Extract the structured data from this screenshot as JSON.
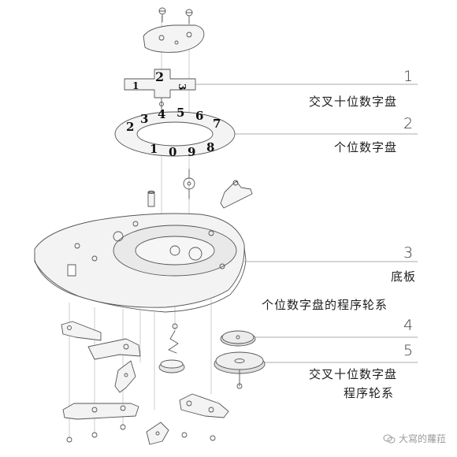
{
  "callouts": [
    {
      "number": "1",
      "label": "交叉十位数字盘"
    },
    {
      "number": "2",
      "label": "个位数字盘"
    },
    {
      "number": "3",
      "label": "底板"
    },
    {
      "number": "",
      "label": "个位数字盘的程序轮系"
    },
    {
      "number": "4",
      "label": ""
    },
    {
      "number": "5",
      "label": "交叉十位数字盘"
    },
    {
      "number": "",
      "label": "程序轮系"
    }
  ],
  "tens_cross_digits": [
    "1",
    "2",
    "3"
  ],
  "units_ring_digits": [
    "2",
    "3",
    "4",
    "5",
    "6",
    "7",
    "8",
    "9",
    "0",
    "1"
  ],
  "watermark": "大寫的蘿菈",
  "colors": {
    "line": "#555555",
    "leader": "#9a9a9a",
    "fill_light": "#eeeeee",
    "fill_dark": "#cfcfcf"
  }
}
